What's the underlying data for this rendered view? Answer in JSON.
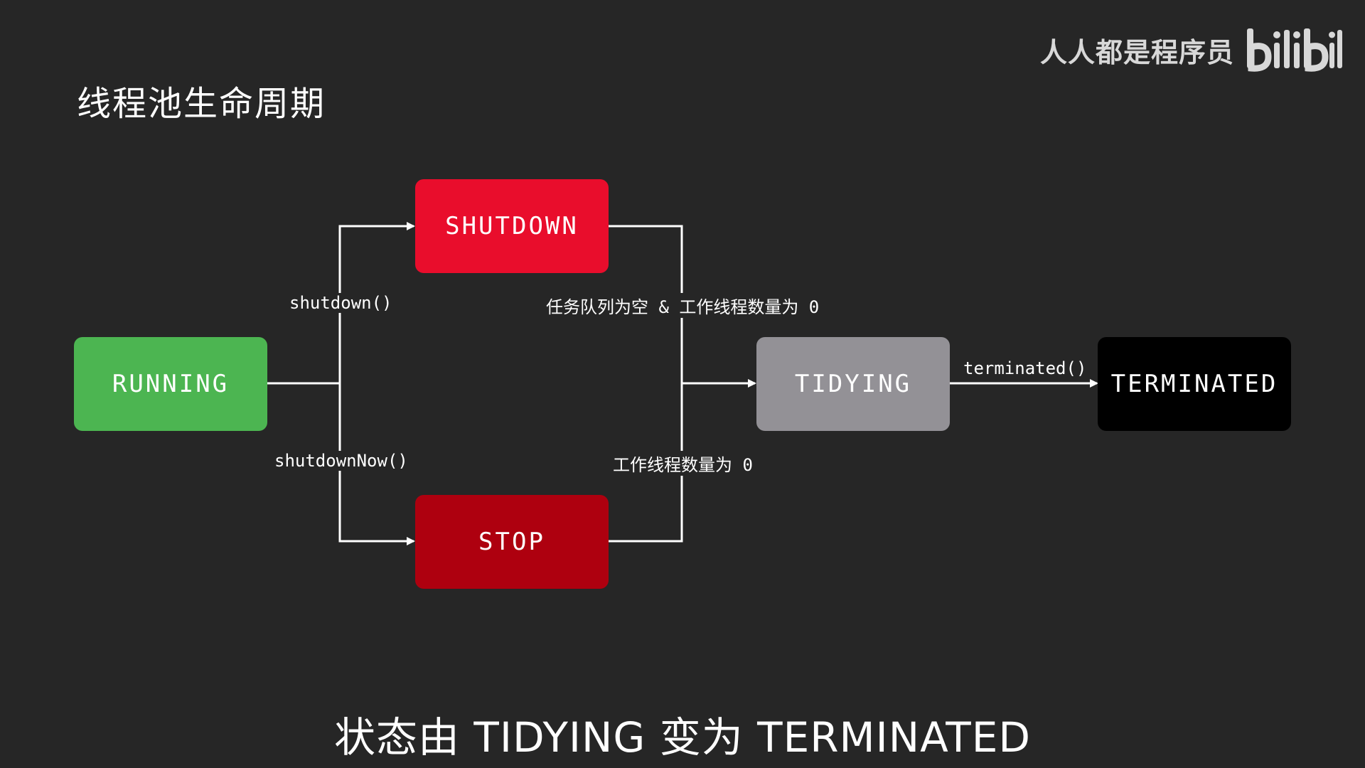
{
  "title": "线程池生命周期",
  "watermark": {
    "text": "人人都是程序员",
    "logo_icon": "bilibili-logo-icon"
  },
  "states": {
    "running": {
      "label": "RUNNING",
      "color": "#4cb551"
    },
    "shutdown": {
      "label": "SHUTDOWN",
      "color": "#e90d2c"
    },
    "stop": {
      "label": "STOP",
      "color": "#ae000f"
    },
    "tidying": {
      "label": "TIDYING",
      "color": "#939196"
    },
    "terminated": {
      "label": "TERMINATED",
      "color": "#000000"
    }
  },
  "transitions": {
    "to_shutdown": "shutdown()",
    "to_stop": "shutdownNow()",
    "shutdown_to_tidying": "任务队列为空 & 工作线程数量为 0",
    "stop_to_tidying": "工作线程数量为 0",
    "to_terminated": "terminated()"
  },
  "subtitle": "状态由 TIDYING 变为 TERMINATED"
}
